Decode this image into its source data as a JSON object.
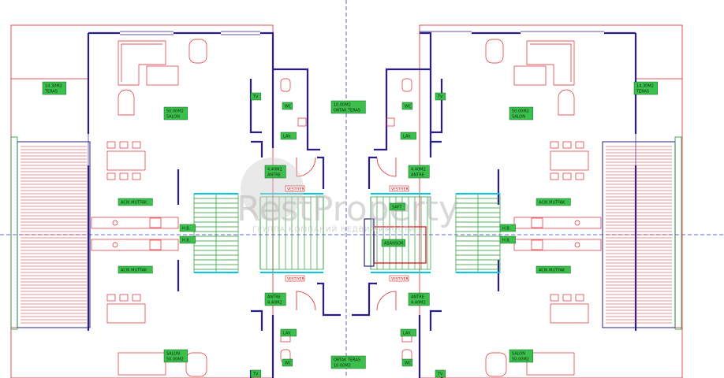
{
  "labels": {
    "teras": "TERAS",
    "teras_area": "14.30M2",
    "salon": "SALON",
    "salon_area": "50.00M2",
    "wc": "WC",
    "lav": "LAV.",
    "ortak_teras": "ORTAK TERAS",
    "ortak_teras_area": "10.00M2",
    "antre": "ANTRE",
    "antre_area": "4.40M2",
    "acik_mutfak": "ACIK MUTFAK",
    "vestiyer": "VESTIYER",
    "saft": "SAFT",
    "asansor": "ASANSOR",
    "hb": "H.B.",
    "tv": "TV"
  },
  "watermark": {
    "brand": "RestProperty",
    "tagline": "ГРУППА КОМПАНИЙ НЕДВИЖИМОСТИ"
  },
  "colors": {
    "wall": "#2a1d8c",
    "furniture": "#e0242a",
    "stair": "#1b9a2e",
    "cyan": "#00c8e0",
    "label_fill": "#3dbf4e",
    "axis": "#3535d0"
  }
}
